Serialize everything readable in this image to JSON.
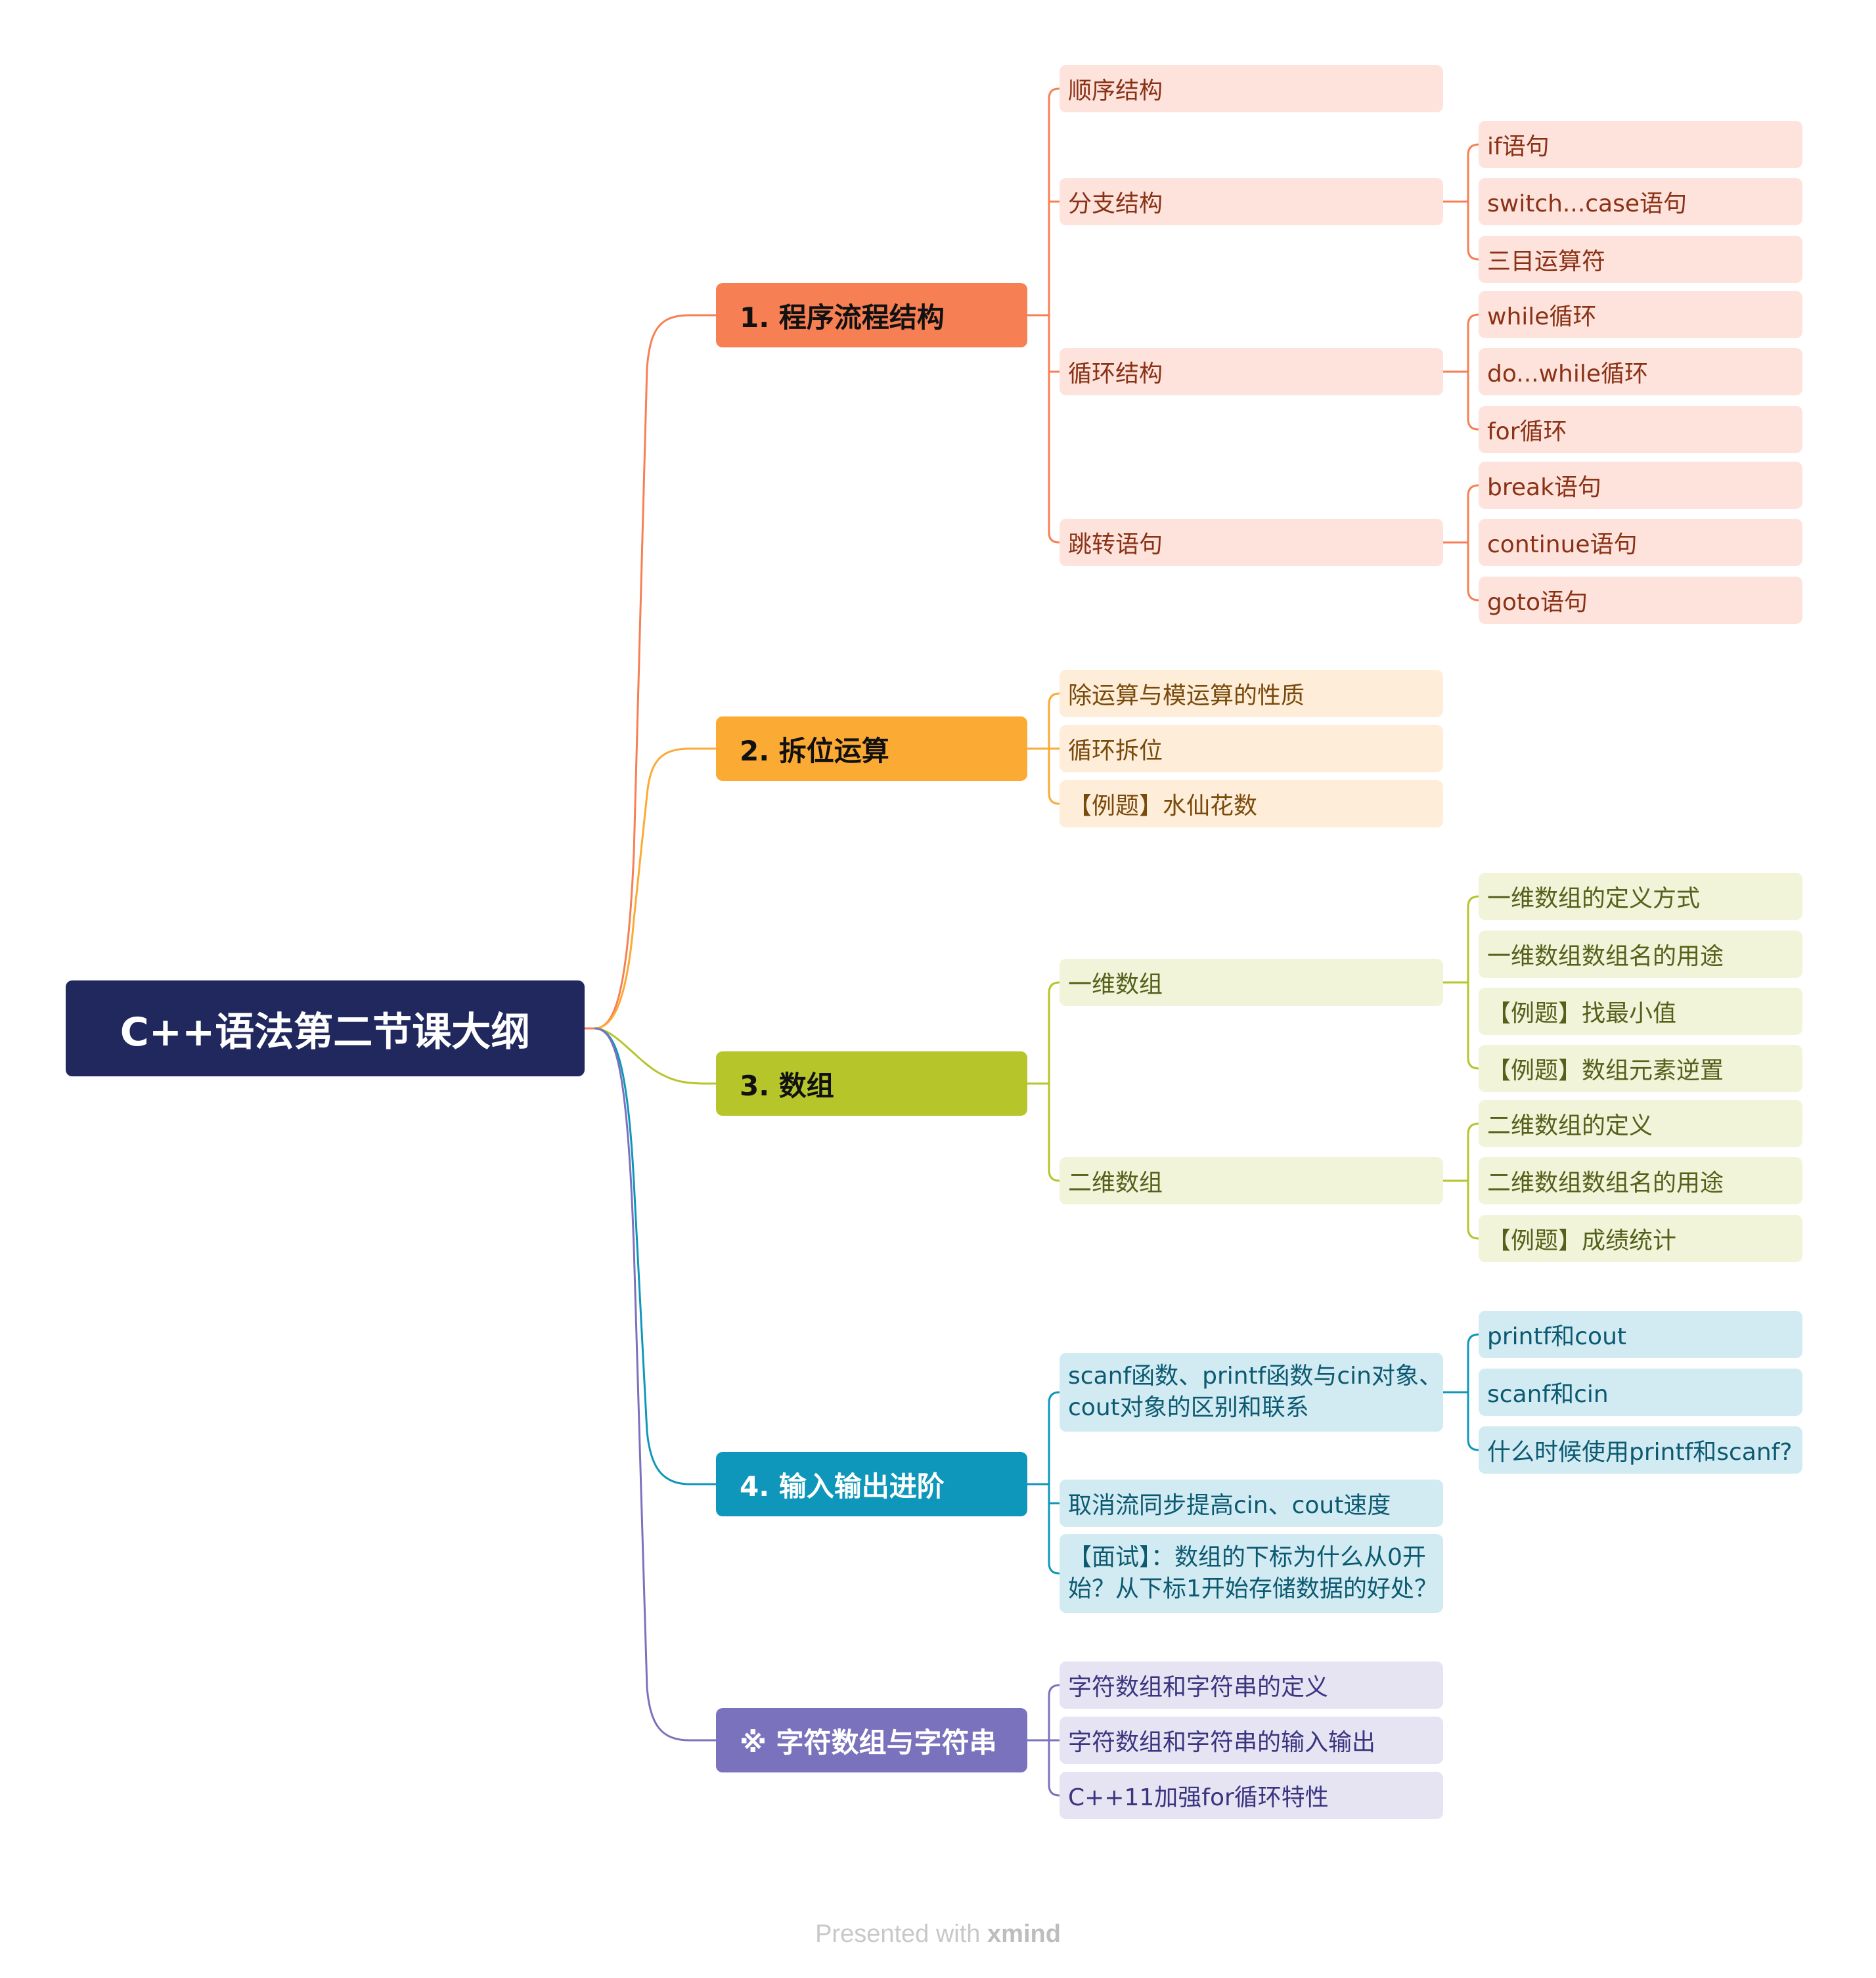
{
  "mindmap": {
    "root": "C++语法第二节课大纲",
    "branches": [
      {
        "label": "1. 程序流程结构",
        "color": "#F77F54",
        "fill": "#FDE3DB",
        "text_color": "#8A3116",
        "children": [
          {
            "label": "顺序结构",
            "children": []
          },
          {
            "label": "分支结构",
            "children": [
              "if语句",
              "switch...case语句",
              "三目运算符"
            ]
          },
          {
            "label": "循环结构",
            "children": [
              "while循环",
              "do...while循环",
              "for循环"
            ]
          },
          {
            "label": "跳转语句",
            "children": [
              "break语句",
              "continue语句",
              "goto语句"
            ]
          }
        ]
      },
      {
        "label": "2. 拆位运算",
        "color": "#FBAA34",
        "fill": "#FEEED9",
        "text_color": "#7A4A0C",
        "children": [
          {
            "label": "除运算与模运算的性质",
            "children": []
          },
          {
            "label": "循环拆位",
            "children": []
          },
          {
            "label": "【例题】水仙花数",
            "children": []
          }
        ]
      },
      {
        "label": "3. 数组",
        "color": "#B5C52A",
        "fill": "#F1F4D9",
        "text_color": "#55601A",
        "children": [
          {
            "label": "一维数组",
            "children": [
              "一维数组的定义方式",
              "一维数组数组名的用途",
              "【例题】找最小值",
              "【例题】数组元素逆置"
            ]
          },
          {
            "label": "二维数组",
            "children": [
              "二维数组的定义",
              "二维数组数组名的用途",
              "【例题】成绩统计"
            ]
          }
        ]
      },
      {
        "label": "4. 输入输出进阶",
        "color": "#0E97BA",
        "fill": "#D2EBF2",
        "text_color": "#0C5A72",
        "children": [
          {
            "label": "scanf函数、printf函数与cin对象、cout对象的区别和联系",
            "children": [
              "printf和cout",
              "scanf和cin",
              "什么时候使用printf和scanf?"
            ]
          },
          {
            "label": "取消流同步提高cin、cout速度",
            "children": []
          },
          {
            "label": "【面试】：数组的下标为什么从0开始？从下标1开始存储数据的好处？",
            "children": []
          }
        ]
      },
      {
        "label": "※ 字符数组与字符串",
        "color": "#7B72BD",
        "fill": "#E6E4F3",
        "text_color": "#3B3580",
        "children": [
          {
            "label": "字符数组和字符串的定义",
            "children": []
          },
          {
            "label": "字符数组和字符串的输入输出",
            "children": []
          },
          {
            "label": "C++11加强for循环特性",
            "children": []
          }
        ]
      }
    ]
  },
  "footer": {
    "prefix": "Presented with",
    "brand": "xmind"
  }
}
